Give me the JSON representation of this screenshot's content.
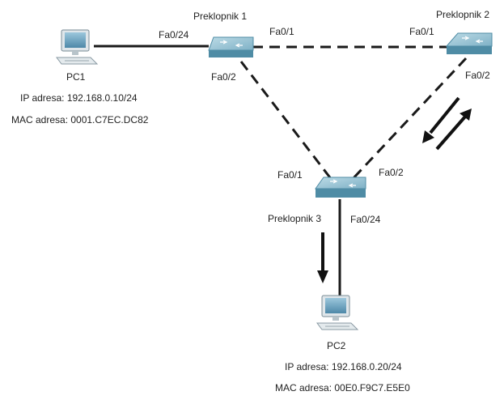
{
  "devices": {
    "pc1": {
      "name": "PC1",
      "ip": "IP adresa: 192.168.0.10/24",
      "mac": "MAC adresa: 0001.C7EC.DC82"
    },
    "pc2": {
      "name": "PC2",
      "ip": "IP adresa: 192.168.0.20/24",
      "mac": "MAC adresa: 00E0.F9C7.E5E0"
    },
    "switch1": {
      "name": "Preklopnik 1"
    },
    "switch2": {
      "name": "Preklopnik 2"
    },
    "switch3": {
      "name": "Preklopnik 3"
    }
  },
  "ports": {
    "s1_fa0_24": "Fa0/24",
    "s1_fa0_1": "Fa0/1",
    "s1_fa0_2": "Fa0/2",
    "s2_fa0_1": "Fa0/1",
    "s2_fa0_2": "Fa0/2",
    "s3_fa0_1": "Fa0/1",
    "s3_fa0_2": "Fa0/2",
    "s3_fa0_24": "Fa0/24"
  },
  "links": [
    {
      "from": "pc1",
      "to": "switch1",
      "style": "solid"
    },
    {
      "from": "switch1",
      "to": "switch2",
      "style": "dashed"
    },
    {
      "from": "switch1",
      "to": "switch3",
      "style": "dashed"
    },
    {
      "from": "switch2",
      "to": "switch3",
      "style": "dashed"
    },
    {
      "from": "switch3",
      "to": "pc2",
      "style": "solid"
    }
  ],
  "colors": {
    "switch_top": "#8fbdd0",
    "switch_side": "#4f8ca5",
    "pc_screen": "#6fa6c4",
    "link": "#1a1a1a",
    "arrow": "#111111"
  }
}
